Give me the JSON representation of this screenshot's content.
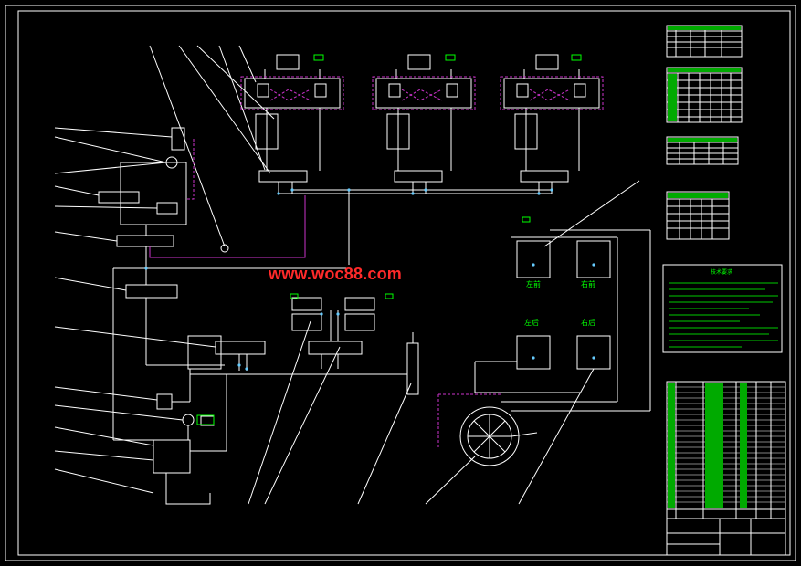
{
  "watermark": "www.woc88.com",
  "wheel_labels": {
    "front_left": "左前",
    "front_right": "右前",
    "rear_left": "左后",
    "rear_right": "右后"
  },
  "panels": {
    "tech_requirements_title": "技术要求"
  },
  "colors": {
    "background": "#000000",
    "line": "#ffffff",
    "oil_path": "#cc33cc",
    "green": "#00ff00",
    "watermark": "#ff2a2a"
  }
}
